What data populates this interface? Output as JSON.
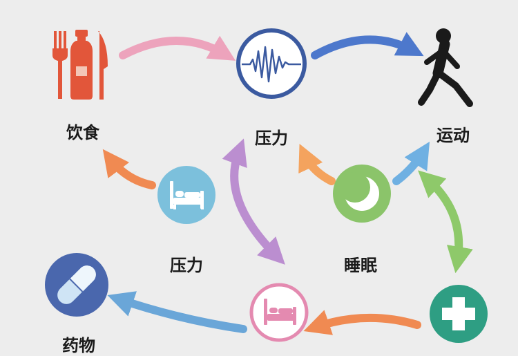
{
  "colors": {
    "background": "#ededed",
    "diet": "#e2563a",
    "stress": "#3b5aa0",
    "exercise": "#1a1a1a",
    "sleep": "#8bc46a",
    "bed": "#7cc0dc",
    "bed_pink": "#e48ab0",
    "medicine": "#4a67ad",
    "health": "#2e9e83",
    "arrow_pink": "#eda3bc",
    "arrow_blue": "#4d78cc",
    "arrow_orange": "#f08a52",
    "arrow_purple": "#bb8ed0",
    "arrow_green": "#8ec96a",
    "arrow_lightblue": "#6fb0e2"
  },
  "nodes": {
    "diet": {
      "label": "饮食",
      "icon": "fork-bottle-knife-icon"
    },
    "stress": {
      "label": "压力",
      "icon": "heartbeat-wave-icon"
    },
    "exercise": {
      "label": "运动",
      "icon": "running-person-icon"
    },
    "rest": {
      "label": "压力",
      "icon": "bed-icon"
    },
    "sleep": {
      "label": "睡眠",
      "icon": "crescent-moon-icon"
    },
    "medicine": {
      "label": "药物",
      "icon": "pill-capsule-icon"
    },
    "home": {
      "icon": "bed-icon"
    },
    "health": {
      "icon": "medical-cross-icon"
    }
  }
}
